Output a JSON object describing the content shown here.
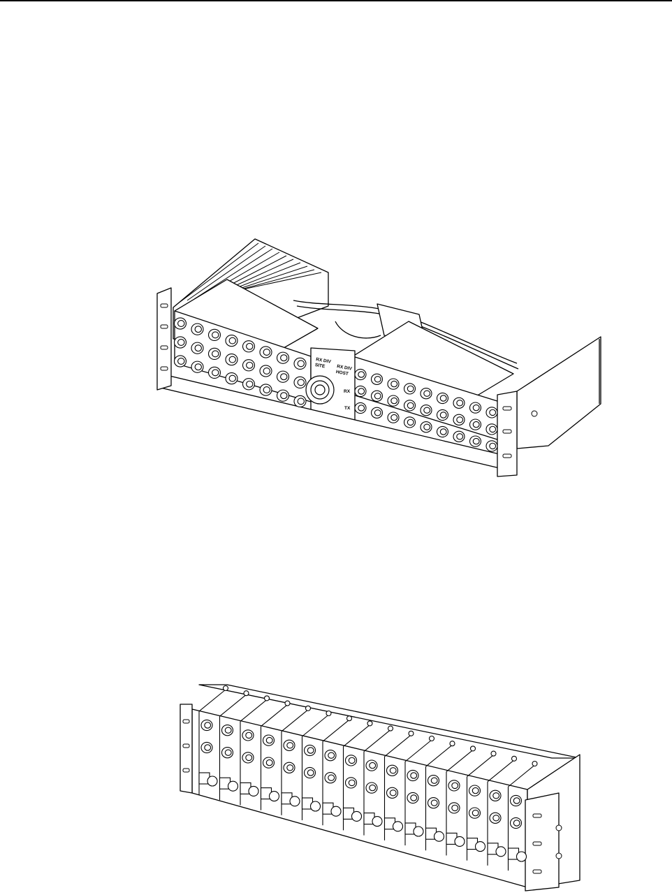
{
  "figure_1": {
    "labels": {
      "rx_div_site": "RX DIV\nSITE",
      "rx_div_host": "RX DIV\nHOST",
      "rx": "RX",
      "tx": "TX"
    }
  },
  "figure_2": {}
}
